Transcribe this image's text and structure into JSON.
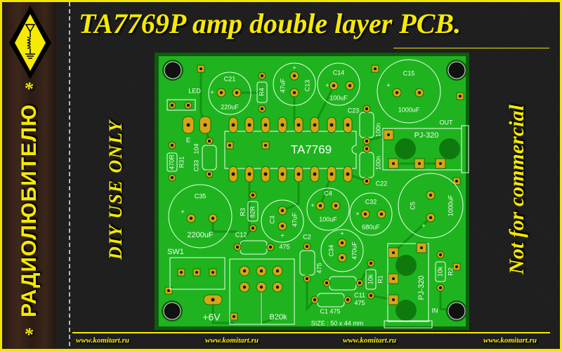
{
  "title": "TA7769P amp double layer PCB.",
  "side_text": "РАДИОЛЮБИТЕЛЮ",
  "asterisk": "*",
  "left_note": "DIY  USE  ONLY",
  "right_note": "Not for commercial",
  "footer_links": [
    "www.komitart.ru",
    "www.komitart.ru",
    "www.komitart.ru",
    "www.komitart.ru"
  ],
  "colors": {
    "accent": "#f5ea00",
    "board": "#1fb41f",
    "pad": "#d9a414"
  },
  "pcb": {
    "ic": "TA7769",
    "c21": "C21",
    "c21v": "220uF",
    "led": "LED",
    "e": "E",
    "r4": "R4",
    "c13": "C13",
    "c13v": "47uF",
    "c14": "C14",
    "c14v": "100uF",
    "c15": "C15",
    "c15v": "1000uF",
    "c23": "C23",
    "c23v": "100n",
    "c22": "C22",
    "c22v": "100n",
    "out": "OUT",
    "pj_out": "PJ-320",
    "r31": "R31",
    "r31v": "470R",
    "c33": "C33",
    "c33v": "104",
    "c35": "C35",
    "c35v": "2200uF",
    "r3": "R3",
    "r3v": "82R",
    "c3": "C3",
    "c3v": "47uF",
    "c4": "C4",
    "c4v": "100uF",
    "c32": "C32",
    "c32v": "680uF",
    "c5": "C5",
    "c5v": "1000uF",
    "c12": "C12",
    "c12v": "475",
    "c2": "C2",
    "c2v": "475",
    "c34": "C34",
    "c34v": "470uF",
    "sw1": "SW1",
    "pwr": "+6V",
    "pot": "B20k",
    "c11": "C11",
    "c11v": "475",
    "c1": "C1  475",
    "r1": "R1",
    "r1v": "10k",
    "pj_in": "PJ-320",
    "in": "IN",
    "r2": "R2",
    "r2v": "10k",
    "plus": "+",
    "size": "SIZE : 50 x 44 mm"
  }
}
